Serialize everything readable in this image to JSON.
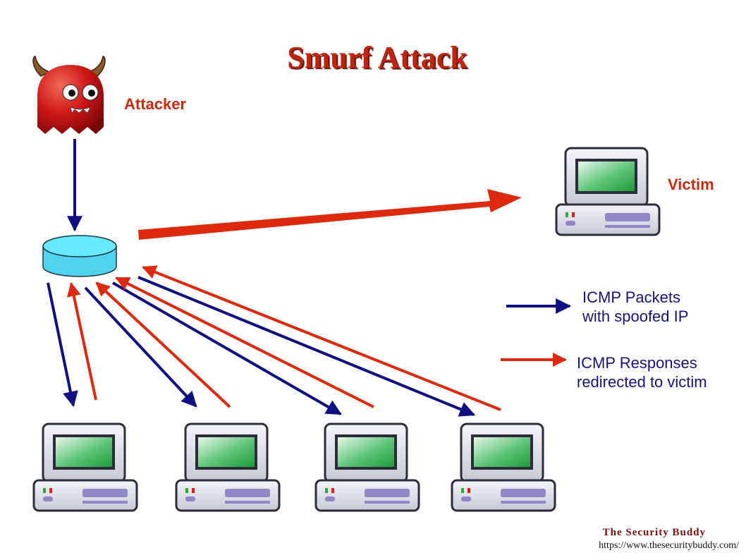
{
  "title": "Smurf Attack",
  "labels": {
    "attacker": "Attacker",
    "victim": "Victim"
  },
  "legend": {
    "blue_line1": "ICMP Packets",
    "blue_line2": "with spoofed IP",
    "red_line1": "ICMP Responses",
    "red_line2": "redirected to victim"
  },
  "credit": {
    "name": "The Security Buddy",
    "url": "https://www.thesecuritybuddy.com/"
  },
  "colors": {
    "title": "#c0240e",
    "label_red": "#cc2a10",
    "arrow_blue": "#101080",
    "arrow_red": "#dd2a0e",
    "router": "#5ee6f8",
    "screen_green": "#2da84a"
  },
  "icons": {
    "attacker": "devil-icon",
    "router": "router-icon",
    "computer": "computer-icon"
  }
}
